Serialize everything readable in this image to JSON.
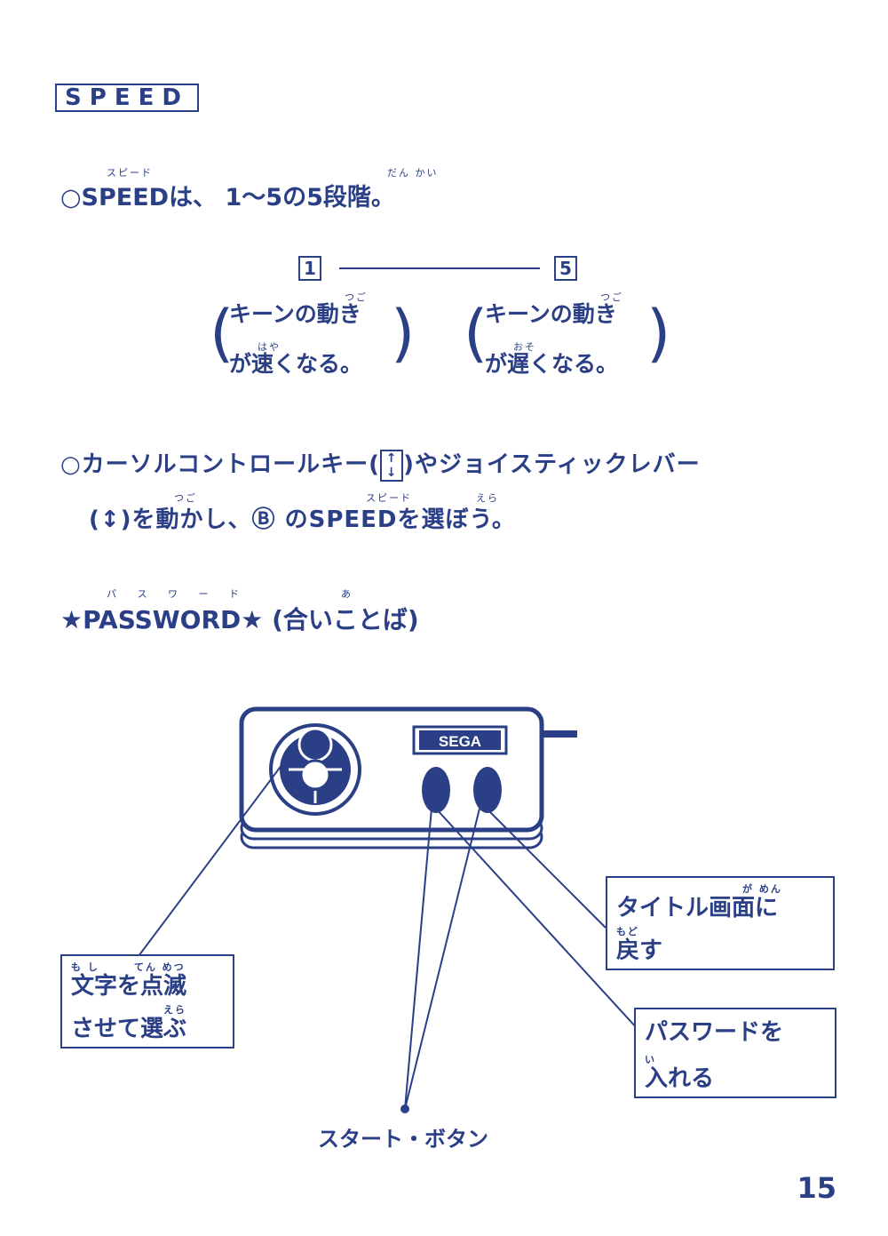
{
  "speed_section": {
    "title": "SPEED",
    "ruby_speed": "スピード",
    "ruby_dankai": "だん かい",
    "line1": "○SPEEDは、 1〜5の5段階。",
    "level_min": "1",
    "level_max": "5",
    "slow_ruby": "つご",
    "slow_ruby2": "はや",
    "desc_1_a": "キーンの動き",
    "desc_1_b": "が速くなる。",
    "desc_5_ruby": "つご",
    "desc_5_ruby2": "おそ",
    "desc_5_a": "キーンの動き",
    "desc_5_b": "が遅くなる。",
    "line2": "○カーソルコントロールキー(",
    "line2_end": ")やジョイスティックレバー",
    "line3_ruby_a": "つご",
    "line3_ruby_b": "スピード",
    "line3_ruby_c": "えら",
    "line3": "(↕)を動かし、Ⓑ のSPEEDを選ぼう。"
  },
  "password_section": {
    "ruby": "パ ス ワ ー ド",
    "ruby_a": "あ",
    "title": "★PASSWORD★ (合いことば)"
  },
  "controller": {
    "brand": "SEGA"
  },
  "labels": {
    "moji_ruby": "も し　　　てん めつ",
    "moji_line1": "文字を点滅",
    "moji_ruby2": "えら",
    "moji_line2": "させて選ぶ",
    "title_ruby": "が めん",
    "title_line1": "タイトル画面に",
    "title_ruby2": "もど",
    "title_line2": "戻す",
    "pw_line1": "パスワードを",
    "pw_ruby": "い",
    "pw_line2": "入れる",
    "start": "スタート・ボタン"
  },
  "page_number": "15",
  "colors": {
    "ink": "#2a3f86",
    "paper": "#ffffff"
  }
}
